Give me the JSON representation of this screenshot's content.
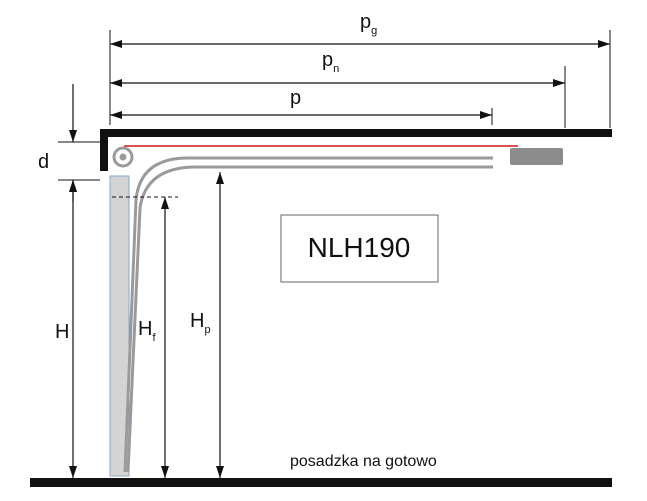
{
  "dimensions": {
    "pg": {
      "main": "p",
      "sub": "g"
    },
    "pn": {
      "main": "p",
      "sub": "n"
    },
    "p": {
      "main": "p",
      "sub": ""
    },
    "d": {
      "main": "d",
      "sub": ""
    },
    "H": {
      "main": "H",
      "sub": ""
    },
    "Hf": {
      "main": "H",
      "sub": "f"
    },
    "Hp": {
      "main": "H",
      "sub": "p"
    }
  },
  "model_label": "NLH190",
  "floor_label": "posadzka na gotowo",
  "colors": {
    "lines": "#111111",
    "track": "#9a9a9a",
    "panel": "#d4d4d4",
    "panel_border": "#8aa6c8",
    "cable": "#d01818",
    "motor": "#8c8c8c"
  }
}
